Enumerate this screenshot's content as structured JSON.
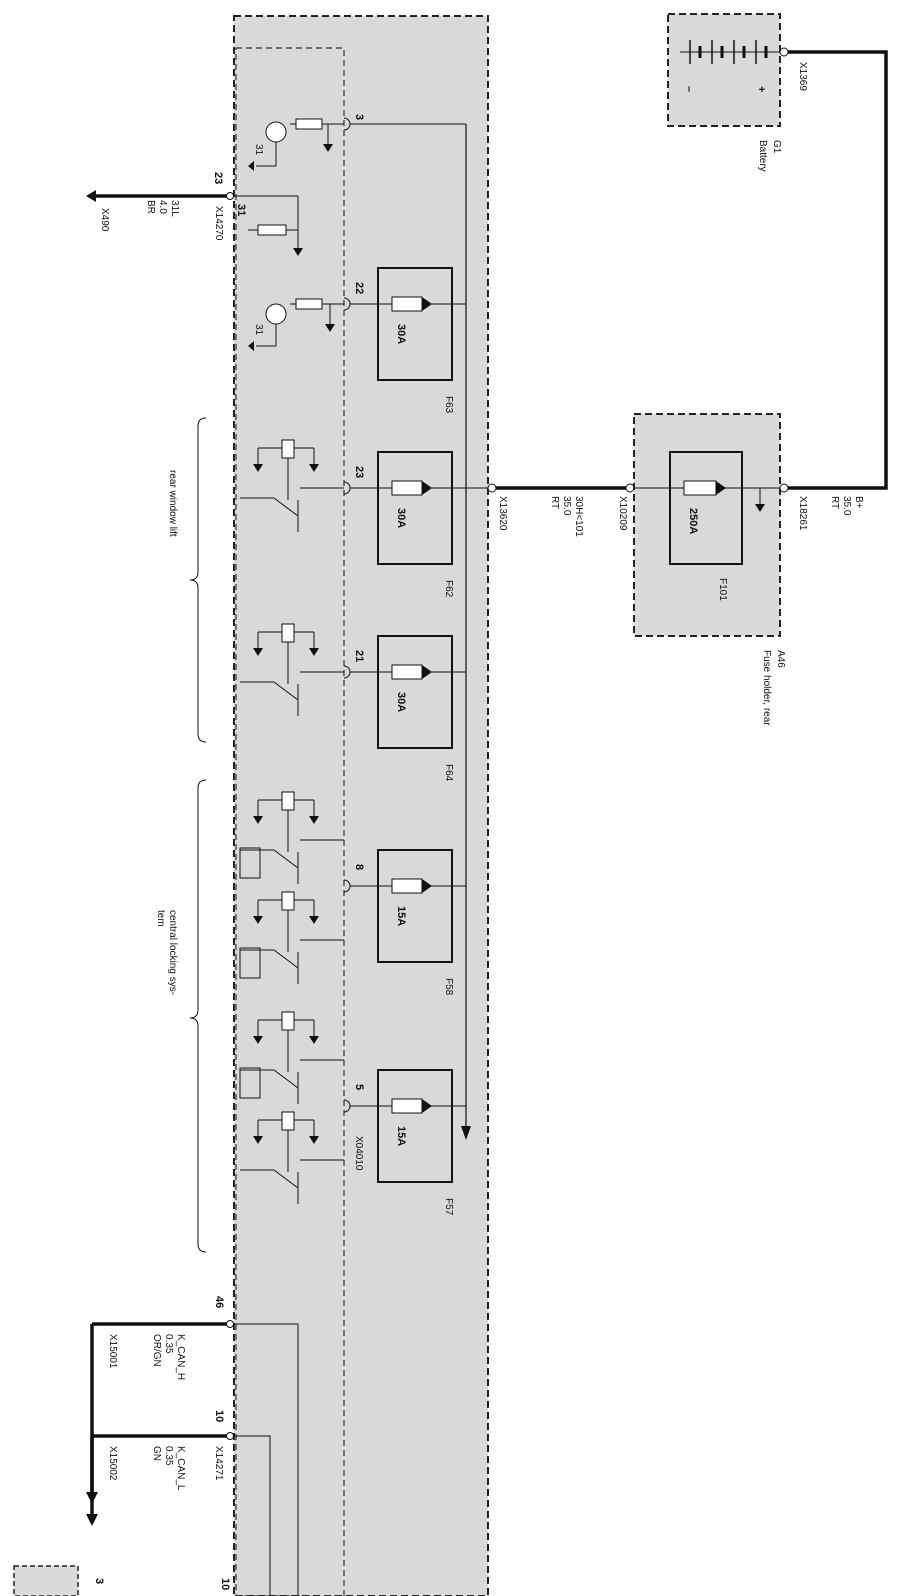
{
  "battery": {
    "name": "G1",
    "desc": "Battery",
    "connector": "X1369",
    "minus": "–",
    "plus": "+"
  },
  "fuse_holder": {
    "name": "A46",
    "desc": "Fuse holder, rear",
    "fuse_name": "F101",
    "fuse_rating": "250A",
    "connector_in": "X18261",
    "connector_out": "X10209"
  },
  "wire_in": {
    "signal": "B+",
    "size": "35.0",
    "color": "RT"
  },
  "wire_mid": {
    "signal": "30H<101",
    "size": "35.0",
    "color": "RT"
  },
  "main_connector": "X13620",
  "ground_wire": {
    "connector": "X14270",
    "target": "X490",
    "pin": "23",
    "pin_inner": "31",
    "signal": "31L",
    "size": "4.0",
    "color": "BR"
  },
  "fuses": [
    {
      "name": "F63",
      "rating": "30A",
      "pin": "22"
    },
    {
      "name": "F62",
      "rating": "30A",
      "pin": "23"
    },
    {
      "name": "F64",
      "rating": "30A",
      "pin": "21"
    },
    {
      "name": "F58",
      "rating": "15A",
      "pin": "8"
    },
    {
      "name": "F57",
      "rating": "15A",
      "pin": "5"
    }
  ],
  "top_pin": "3",
  "x04010": "X04010",
  "ground_label": "31",
  "groups": {
    "rear_window": "rear window lift",
    "central_locking_1": "central locking sys-",
    "central_locking_2": "tem"
  },
  "can_h": {
    "pin": "46",
    "target": "X15001",
    "signal": "K_CAN_H",
    "size": "0.35",
    "color": "OR/GN"
  },
  "can_l": {
    "pin": "10",
    "connector": "X14271",
    "target": "X15002",
    "signal": "K_CAN_L",
    "size": "0.35",
    "color": "GN"
  },
  "legend": {
    "a": "10",
    "b": "3"
  }
}
